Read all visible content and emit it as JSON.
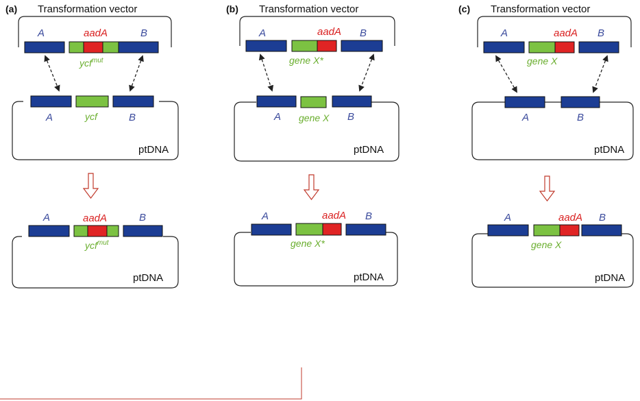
{
  "colors": {
    "flank": "#1c3d94",
    "aadA": "#e02424",
    "gene": "#7cc242",
    "flank_text": "#3a4a9c",
    "aadA_text": "#d92020",
    "gene_text": "#6aae2e",
    "arrow": "#c0392b"
  },
  "labels": {
    "vector_title": "Transformation vector",
    "flank_a": "A",
    "flank_b": "B",
    "marker": "aadA",
    "genome": "ptDNA"
  },
  "panels": [
    {
      "letter": "(a)",
      "vector_gene_label": "ycf",
      "vector_gene_sup": "mut",
      "genome_gene_label": "ycf",
      "result_gene_label": "ycf",
      "result_gene_sup": "mut"
    },
    {
      "letter": "(b)",
      "vector_gene_label": "gene X*",
      "vector_gene_sup": "",
      "genome_gene_label": "gene X",
      "result_gene_label": "gene X*",
      "result_gene_sup": ""
    },
    {
      "letter": "(c)",
      "vector_gene_label": "gene X",
      "vector_gene_sup": "",
      "genome_gene_label": "",
      "result_gene_label": "gene X",
      "result_gene_sup": ""
    }
  ]
}
